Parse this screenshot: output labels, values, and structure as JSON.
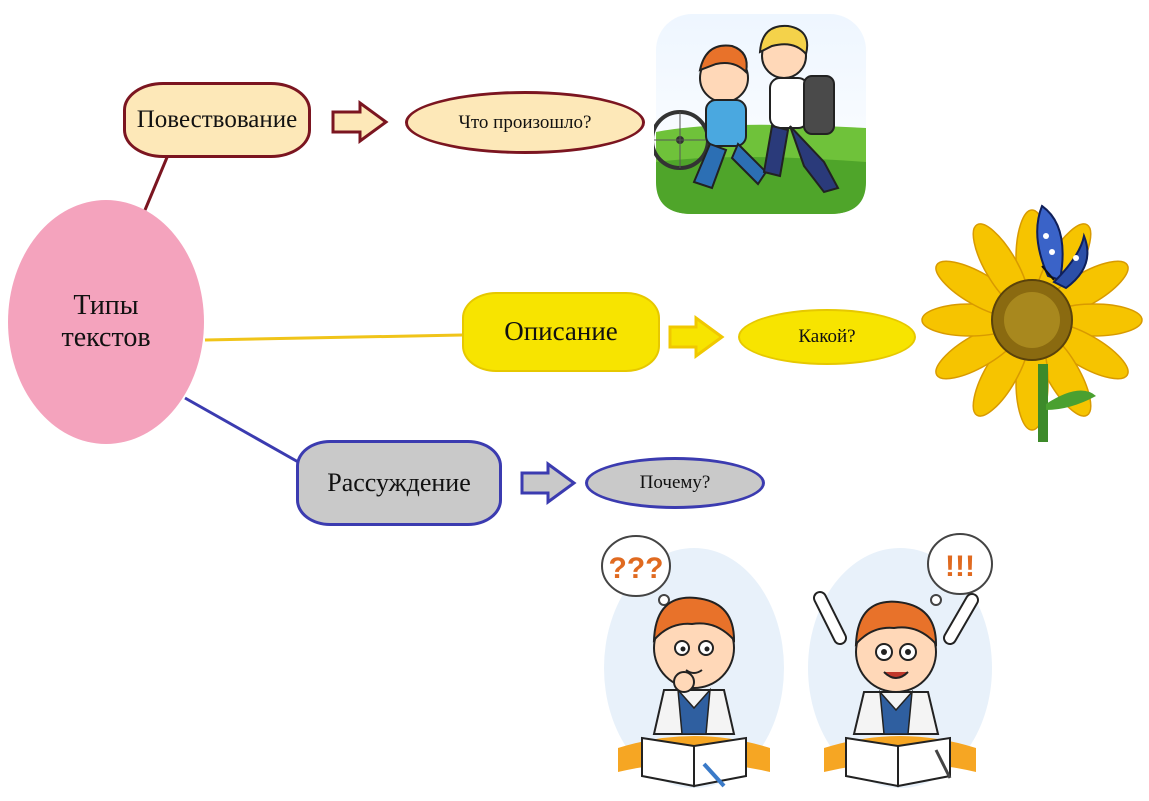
{
  "center": {
    "line1": "Типы",
    "line2": "текстов",
    "fill": "#f4a3bd"
  },
  "branches": [
    {
      "label": "Повествование",
      "question": "Что произошло?",
      "fill": "#fde8b8",
      "stroke": "#7b1520"
    },
    {
      "label": "Описание",
      "question": "Какой?",
      "fill": "#f7e400",
      "stroke": "#e6c800"
    },
    {
      "label": "Рассуждение",
      "question": "Почему?",
      "fill": "#c9c9c9",
      "stroke": "#3b3bb0"
    }
  ],
  "connectors": {
    "povest": "#7b1520",
    "opis": "#f0c419",
    "rass": "#3b3bb0"
  },
  "illustrations": {
    "kids_bike": "children-helping-illustration",
    "sunflower": "sunflower-with-butterfly-illustration",
    "boy_question": "thinking-boy-illustration",
    "bubble_question": "???",
    "boy_exclaim": "excited-boy-illustration",
    "bubble_exclaim": "!!!"
  }
}
